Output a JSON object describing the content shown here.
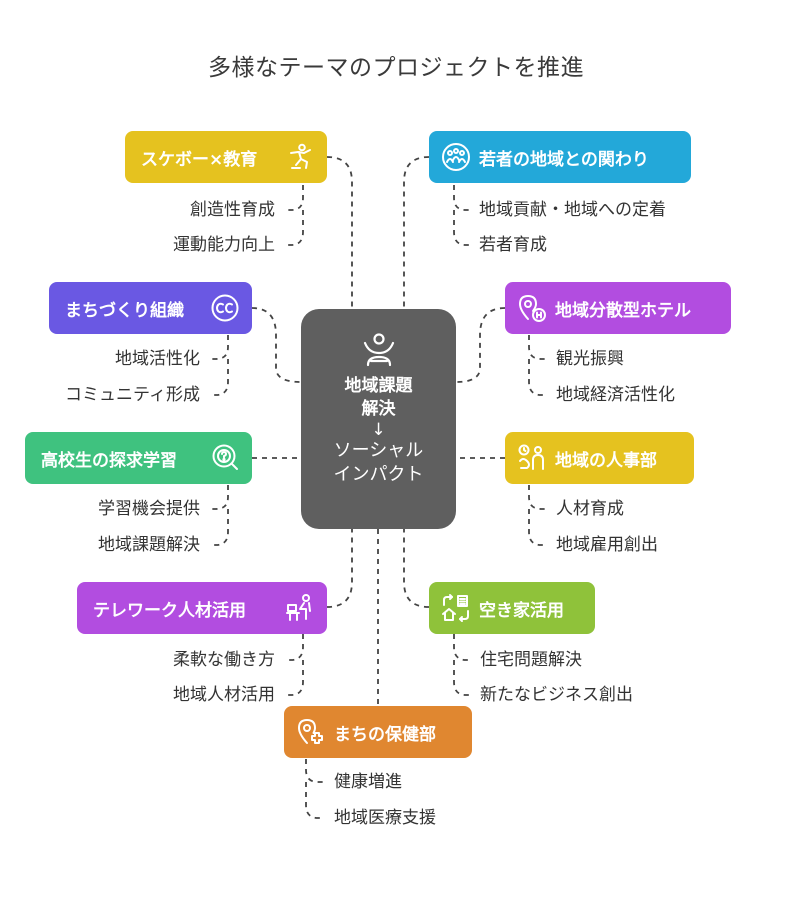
{
  "title": "多様なテーマのプロジェクトを推進",
  "center": {
    "line1": "地域課題",
    "line2": "解決",
    "arrow": "↓",
    "line3": "ソーシャル",
    "line4": "インパクト"
  },
  "colors": {
    "center": "#5f5f5f",
    "yellow": "#e5c21f",
    "cyan": "#23a8d9",
    "indigo": "#6a58e3",
    "purple": "#b24de0",
    "green": "#3fc27f",
    "olive": "#8fc23a",
    "orange": "#e08730"
  },
  "nodes": {
    "skateboard": {
      "label": "スケボー×教育",
      "icon": "exercise-person-icon",
      "items": [
        "創造性育成",
        "運動能力向上"
      ]
    },
    "youth": {
      "label": "若者の地域との関わり",
      "icon": "group-people-icon",
      "items": [
        "地域貢献・地域への定着",
        "若者育成"
      ]
    },
    "community": {
      "label": "まちづくり組織",
      "icon": "cc-badge-icon",
      "items": [
        "地域活性化",
        "コミュニティ形成"
      ]
    },
    "hotel": {
      "label": "地域分散型ホテル",
      "icon": "hotel-pin-icon",
      "items": [
        "観光振興",
        "地域経済活性化"
      ]
    },
    "student": {
      "label": "高校生の探求学習",
      "icon": "search-question-icon",
      "items": [
        "学習機会提供",
        "地域課題解決"
      ]
    },
    "hr": {
      "label": "地域の人事部",
      "icon": "hr-person-icon",
      "items": [
        "人材育成",
        "地域雇用創出"
      ]
    },
    "telework": {
      "label": "テレワーク人材活用",
      "icon": "desk-worker-icon",
      "items": [
        "柔軟な働き方",
        "地域人材活用"
      ]
    },
    "vacant": {
      "label": "空き家活用",
      "icon": "house-cycle-icon",
      "items": [
        "住宅問題解決",
        "新たなビジネス創出"
      ]
    },
    "health": {
      "label": "まちの保健部",
      "icon": "health-pin-icon",
      "items": [
        "健康増進",
        "地域医療支援"
      ]
    }
  }
}
